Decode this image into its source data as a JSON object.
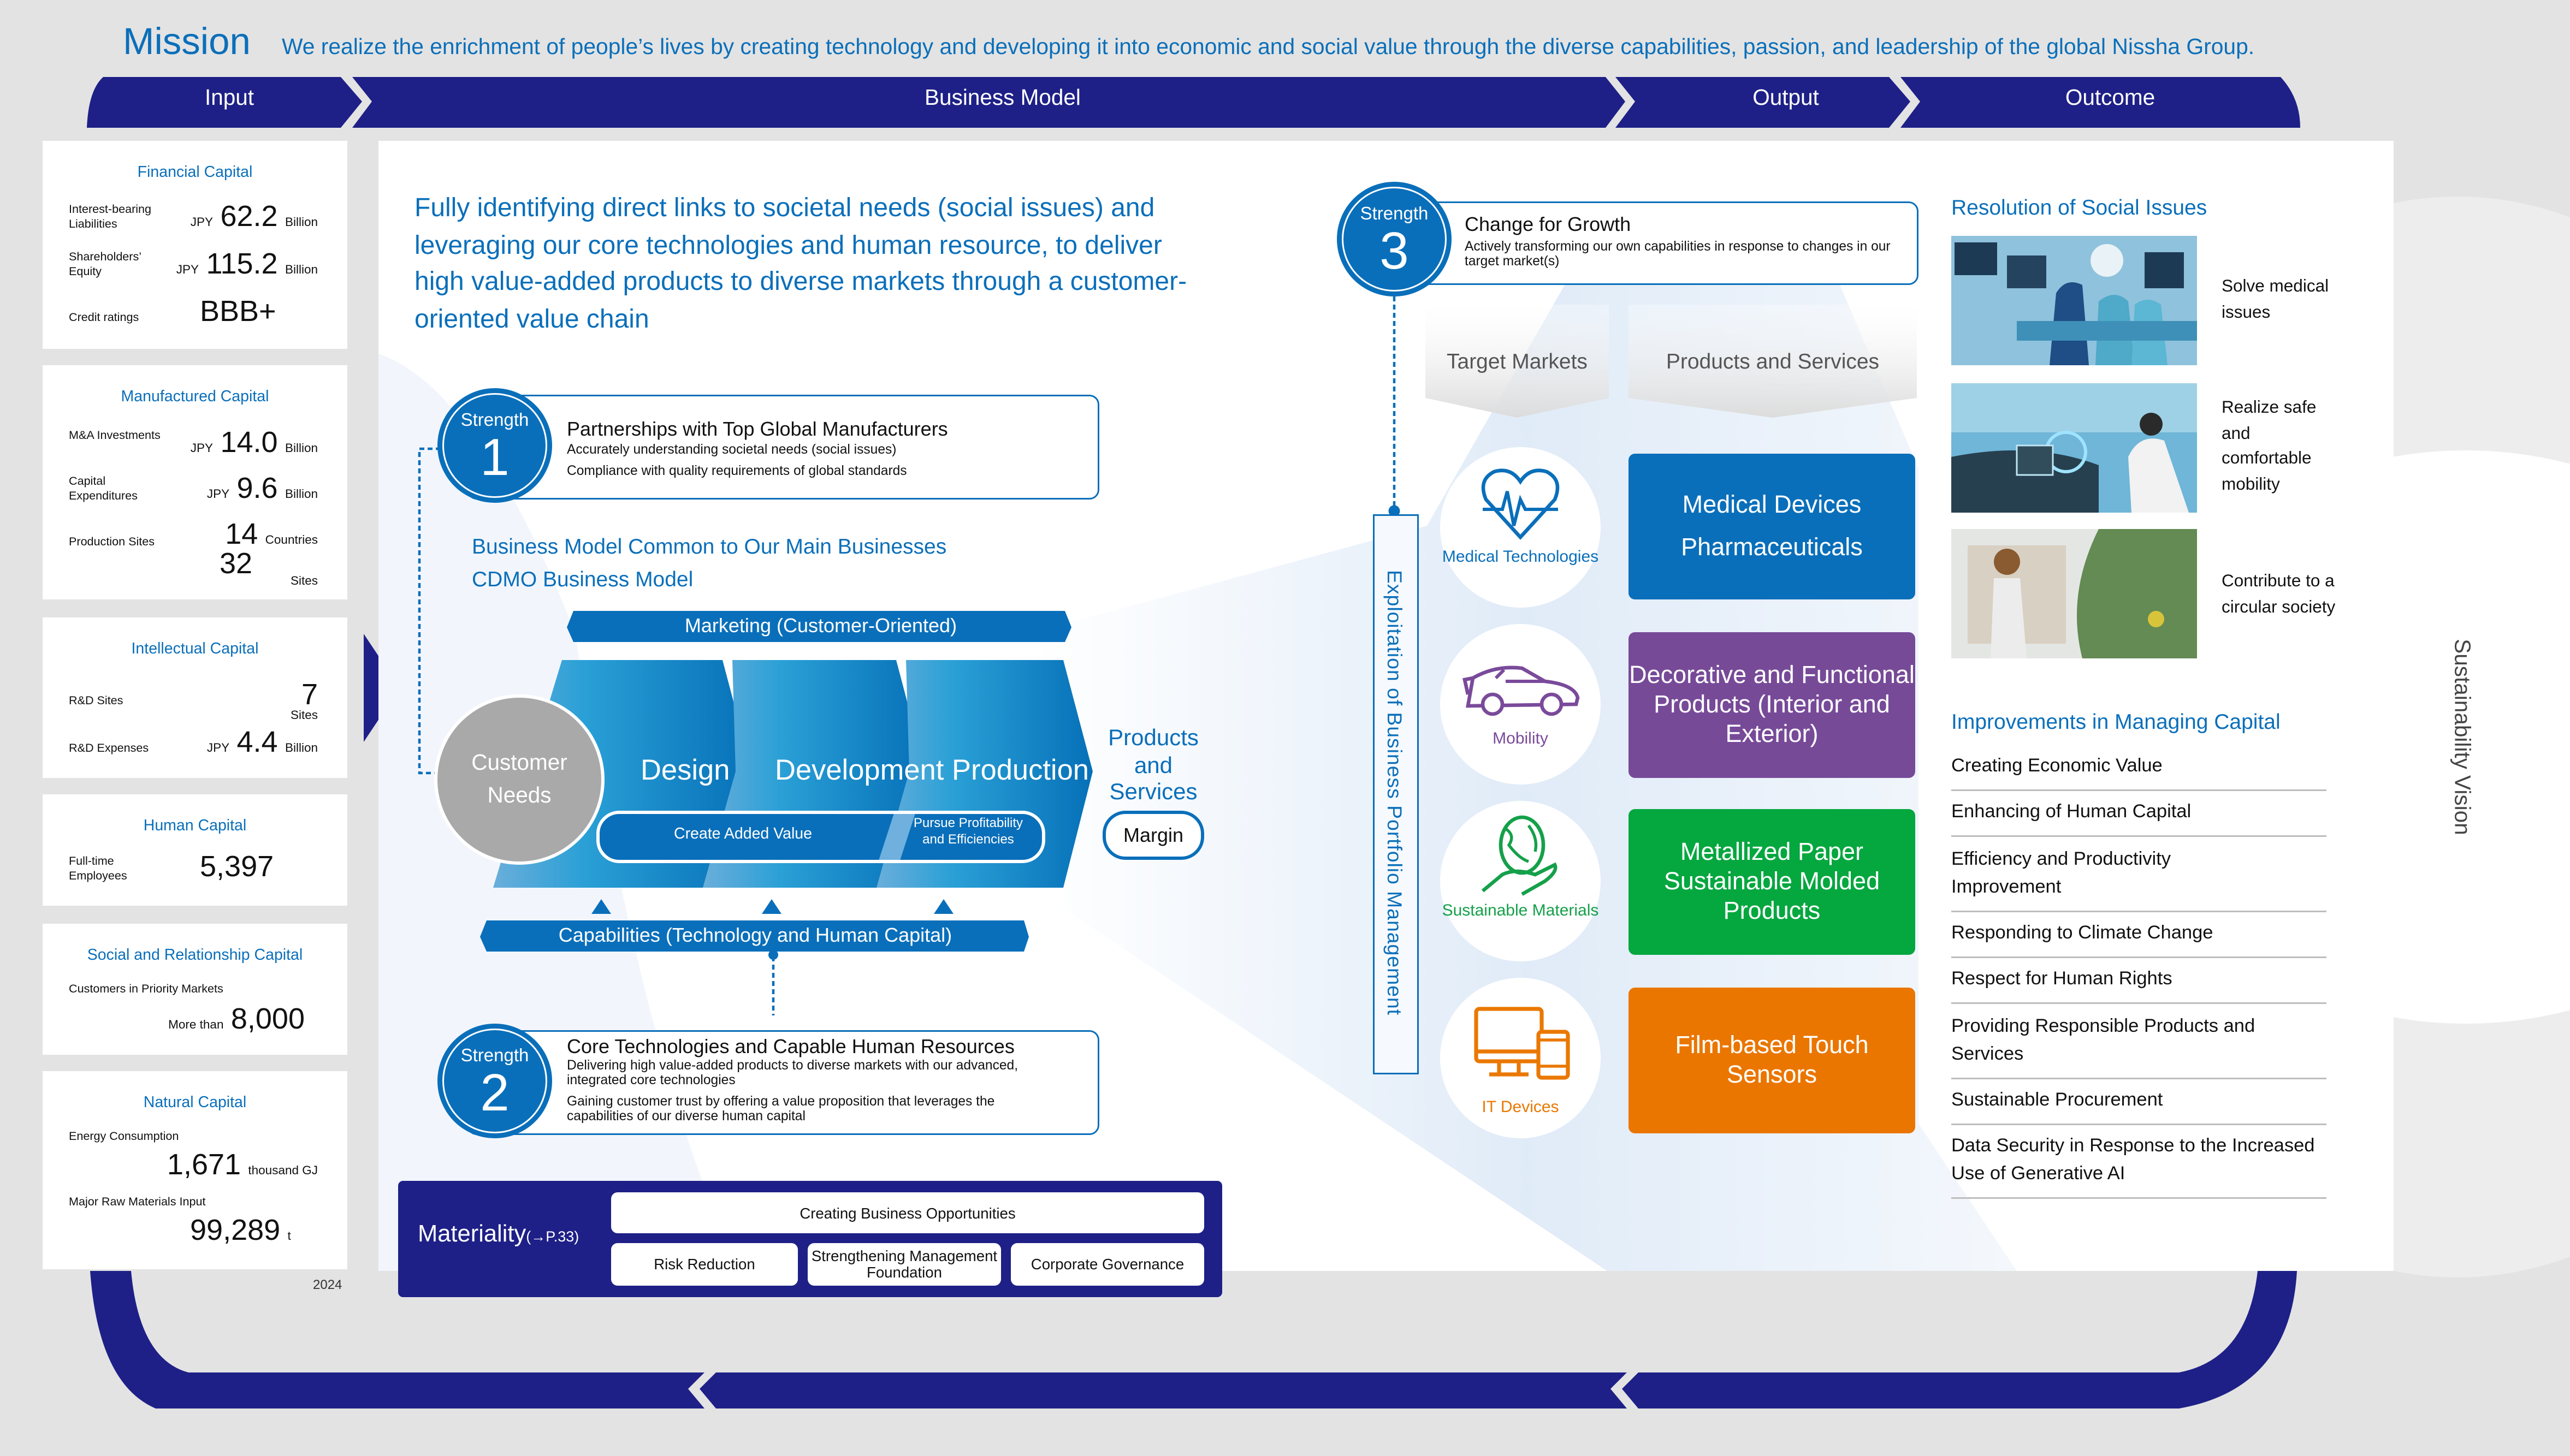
{
  "mission": {
    "title": "Mission",
    "text": "We realize the enrichment of people’s lives by creating technology and developing it into economic and social value through the diverse capabilities, passion, and leadership of the global Nissha Group."
  },
  "header_bands": [
    "Input",
    "Business Model",
    "Output",
    "Outcome"
  ],
  "input": {
    "year": "2024",
    "cards": [
      {
        "title": "Financial Capital",
        "rows": [
          {
            "label": "Interest-bearing Liabilities",
            "prefix": "JPY",
            "value": "62.2",
            "unit": "Billion"
          },
          {
            "label": "Shareholders’ Equity",
            "prefix": "JPY",
            "value": "115.2",
            "unit": "Billion"
          },
          {
            "label": "Credit ratings",
            "prefix": "",
            "value": "BBB+",
            "unit": ""
          }
        ]
      },
      {
        "title": "Manufactured Capital",
        "rows": [
          {
            "label": "M&A Investments",
            "prefix": "JPY",
            "value": "14.0",
            "unit": "Billion"
          },
          {
            "label": "Capital Expenditures",
            "prefix": "JPY",
            "value": "9.6",
            "unit": "Billion"
          },
          {
            "label": "Production Sites",
            "prefix": "",
            "value": "14",
            "unit": "Countries"
          },
          {
            "label": "",
            "prefix": "",
            "value": "32",
            "unit": "Sites"
          }
        ]
      },
      {
        "title": "Intellectual Capital",
        "rows": [
          {
            "label": "R&D Sites",
            "prefix": "",
            "value": "7",
            "unit": "Sites"
          },
          {
            "label": "R&D Expenses",
            "prefix": "JPY",
            "value": "4.4",
            "unit": "Billion"
          }
        ]
      },
      {
        "title": "Human Capital",
        "rows": [
          {
            "label": "Full-time Employees",
            "prefix": "",
            "value": "5,397",
            "unit": ""
          }
        ]
      },
      {
        "title": "Social and Relationship Capital",
        "rows": [
          {
            "label": "Customers in Priority Markets",
            "prefix": "More than",
            "value": "8,000",
            "unit": ""
          }
        ]
      },
      {
        "title": "Natural Capital",
        "rows": [
          {
            "label": "Energy Consumption",
            "prefix": "",
            "value": "1,671",
            "unit": "thousand GJ"
          },
          {
            "label": "Major Raw Materials Input",
            "prefix": "",
            "value": "99,289",
            "unit": "t"
          }
        ]
      }
    ]
  },
  "business_model": {
    "headline": "Fully identifying direct links to societal needs (social issues) and leveraging our core technologies and human resource, to deliver high value-added products to diverse markets through a customer-oriented value chain",
    "strengths": [
      {
        "label": "Strength",
        "number": "1",
        "title": "Partnerships with Top Global Manufacturers",
        "desc": [
          "Accurately understanding societal needs (social issues)",
          "Compliance with quality requirements of global standards"
        ]
      },
      {
        "label": "Strength",
        "number": "2",
        "title": "Core Technologies and Capable Human Resources",
        "desc": [
          "Delivering high value-added products to diverse markets with our advanced, integrated core technologies",
          "Gaining customer trust by offering a value proposition that leverages the capabilities of our diverse human capital"
        ]
      },
      {
        "label": "Strength",
        "number": "3",
        "title": "Change for Growth",
        "desc": [
          "Actively transforming our own capabilities in response to changes in our target market(s)"
        ]
      }
    ],
    "common_model_title": "Business Model Common to Our Main Businesses",
    "cdmo_title": "CDMO Business Model",
    "marketing": "Marketing (Customer-Oriented)",
    "capabilities": "Capabilities (Technology and Human Capital)",
    "customer_needs": "Customer Needs",
    "stages": [
      "Design",
      "Development",
      "Production"
    ],
    "create_added_value": "Create Added Value",
    "pursue_profitability": "Pursue Profitability and Efficiencies",
    "products_services": "Products and Services",
    "margin": "Margin",
    "materiality": {
      "title": "Materiality",
      "ref": "(→P.33)",
      "top": "Creating Business Opportunities",
      "items": [
        "Risk Reduction",
        "Strengthening Management Foundation",
        "Corporate Governance"
      ]
    }
  },
  "output": {
    "portfolio_label": "Exploitation of Business Portfolio Management",
    "col_headers": [
      "Target Markets",
      "Products and Services"
    ],
    "markets": [
      {
        "name": "Medical Technologies",
        "icon": "heart-pulse-icon",
        "color": "#0a6fba",
        "products": "Medical Devices\nPharmaceuticals",
        "product_color": "#0a6fba"
      },
      {
        "name": "Mobility",
        "icon": "car-icon",
        "color": "#7a4a9a",
        "products": "Decorative and Functional Products (Interior and Exterior)",
        "product_color": "#774a98"
      },
      {
        "name": "Sustainable Materials",
        "icon": "globe-hand-icon",
        "color": "#15a04a",
        "products": "Metallized Paper\nSustainable Molded Products",
        "product_color": "#05a73f"
      },
      {
        "name": "IT Devices",
        "icon": "devices-icon",
        "color": "#ea7800",
        "products": "Film-based Touch Sensors",
        "product_color": "#ea7600"
      }
    ]
  },
  "outcome": {
    "resolution_title": "Resolution of Social Issues",
    "issues": [
      {
        "image": "operating-room-photo",
        "text": "Solve medical issues"
      },
      {
        "image": "smart-car-photo",
        "text": "Realize safe and comfortable mobility"
      },
      {
        "image": "circular-shop-photo",
        "text": "Contribute to a circular society"
      }
    ],
    "improvements_title": "Improvements in Managing Capital",
    "improvements": [
      "Creating Economic Value",
      "Enhancing of Human Capital",
      "Efficiency and Productivity Improvement",
      "Responding to Climate Change",
      "Respect for Human Rights",
      "Providing Responsible Products and Services",
      "Sustainable Procurement",
      "Data Security in Response to the Increased Use of Generative AI"
    ]
  },
  "sustainability_vision": "Sustainability Vision",
  "colors": {
    "navy": "#1e2087",
    "brand_blue": "#0a6fba",
    "background": "#e3e3e3"
  }
}
